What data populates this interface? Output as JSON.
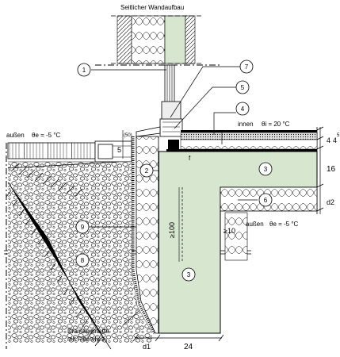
{
  "title": "Seitlicher Wandaufbau",
  "callouts": [
    "1",
    "2",
    "3",
    "4",
    "5",
    "6",
    "7",
    "8",
    "9",
    "3"
  ],
  "labels": {
    "outside_top": "außen",
    "theta_e_top": "θe = -5 °C",
    "inside": "innen",
    "theta_i": "θi = 20 °C",
    "outside_right": "außen",
    "theta_e_right": "θe = -5 °C",
    "drainage_line1": "Drainagematte",
    "drainage_line2": "mit Filtervlies"
  },
  "dimensions": {
    "height_5": "5",
    "height_5_sup": "(50)",
    "d4": "4",
    "d5": "5",
    "d16": "16",
    "d2": "d2",
    "ge100": "≥100",
    "ge10": "≥10",
    "d1": "d1",
    "d24": "24",
    "f": "f"
  },
  "colors": {
    "concrete": "#d6e6cf",
    "line": "#000000"
  }
}
